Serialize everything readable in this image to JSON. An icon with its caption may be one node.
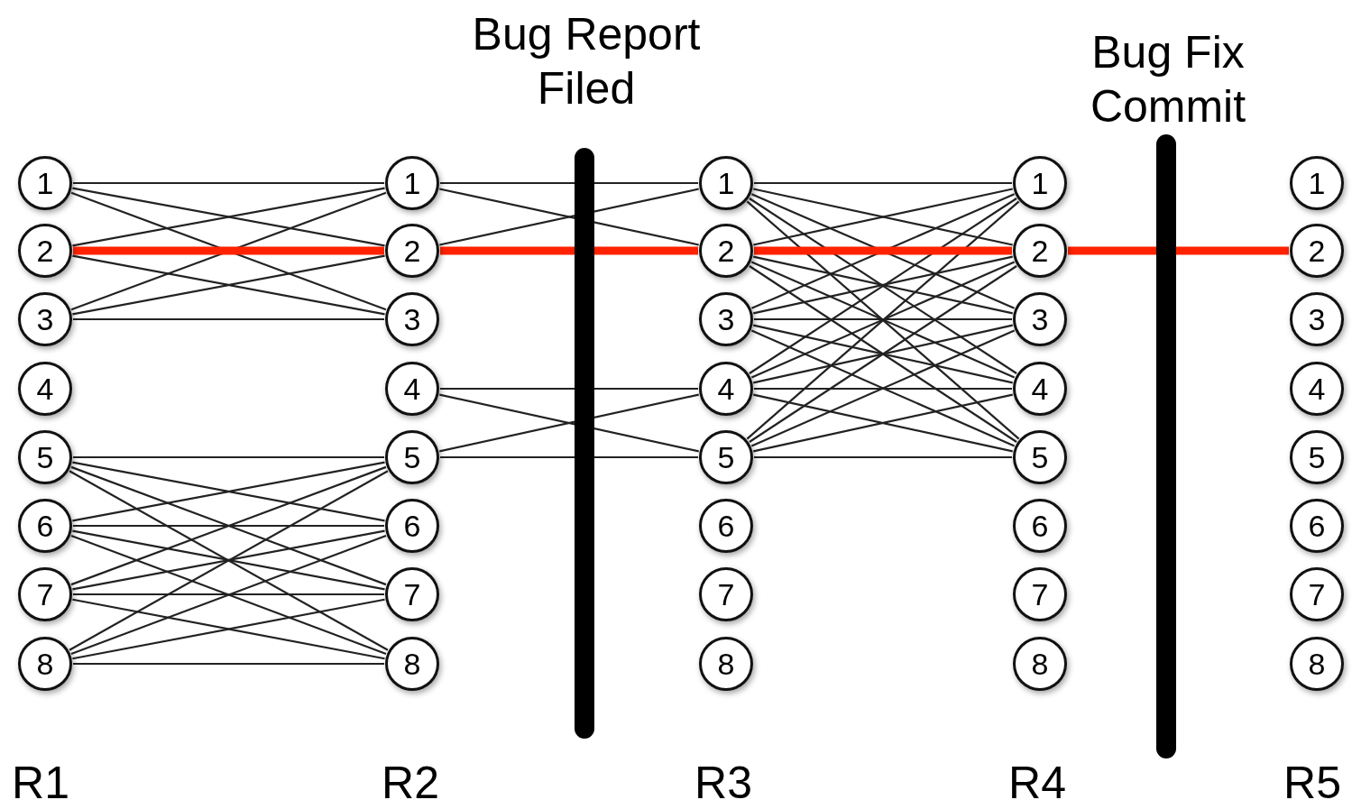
{
  "diagram": {
    "nodes": [
      {
        "text": [
          "1"
        ]
      },
      {
        "text": [
          "2"
        ]
      },
      {
        "text": [
          "3"
        ]
      },
      {
        "text": [
          "4"
        ]
      },
      {
        "text": [
          "5"
        ]
      },
      {
        "text": [
          "6"
        ]
      },
      {
        "text": [
          "7"
        ]
      },
      {
        "text": [
          "8"
        ]
      },
      {
        "text": [
          "1"
        ]
      },
      {
        "text": [
          "2"
        ]
      },
      {
        "text": [
          "3"
        ]
      },
      {
        "text": [
          "4"
        ]
      },
      {
        "text": [
          "5"
        ]
      },
      {
        "text": [
          "6"
        ]
      },
      {
        "text": [
          "7"
        ]
      },
      {
        "text": [
          "8"
        ]
      },
      {
        "text": [
          "1"
        ]
      },
      {
        "text": [
          "2"
        ]
      },
      {
        "text": [
          "3"
        ]
      },
      {
        "text": [
          "4"
        ]
      },
      {
        "text": [
          "5"
        ]
      },
      {
        "text": [
          "6"
        ]
      },
      {
        "text": [
          "7"
        ]
      },
      {
        "text": [
          "8"
        ]
      },
      {
        "text": [
          "1"
        ]
      },
      {
        "text": [
          "2"
        ]
      },
      {
        "text": [
          "3"
        ]
      },
      {
        "text": [
          "4"
        ]
      },
      {
        "text": [
          "5"
        ]
      },
      {
        "text": [
          "6"
        ]
      },
      {
        "text": [
          "7"
        ]
      },
      {
        "text": [
          "8"
        ]
      },
      {
        "text": [
          "1"
        ]
      },
      {
        "text": [
          "2"
        ]
      },
      {
        "text": [
          "3"
        ]
      },
      {
        "text": [
          "4"
        ]
      },
      {
        "text": [
          "5"
        ]
      },
      {
        "text": [
          "6"
        ]
      },
      {
        "text": [
          "7"
        ]
      },
      {
        "text": [
          "8"
        ]
      }
    ],
    "edges": [
      {
        "from": 0,
        "to": 8,
        "arrow": "none"
      },
      {
        "from": 0,
        "to": 9,
        "arrow": "none"
      },
      {
        "from": 0,
        "to": 10,
        "arrow": "none"
      },
      {
        "from": 1,
        "to": 8,
        "arrow": "none"
      },
      {
        "from": 1,
        "to": 9,
        "arrow": "none",
        "style": "thick",
        "color": "#ff2200"
      },
      {
        "from": 1,
        "to": 10,
        "arrow": "none"
      },
      {
        "from": 2,
        "to": 8,
        "arrow": "none"
      },
      {
        "from": 2,
        "to": 9,
        "arrow": "none"
      },
      {
        "from": 2,
        "to": 10,
        "arrow": "none"
      },
      {
        "from": 4,
        "to": 12,
        "arrow": "none"
      },
      {
        "from": 4,
        "to": 13,
        "arrow": "none"
      },
      {
        "from": 4,
        "to": 14,
        "arrow": "none"
      },
      {
        "from": 4,
        "to": 15,
        "arrow": "none"
      },
      {
        "from": 5,
        "to": 12,
        "arrow": "none"
      },
      {
        "from": 5,
        "to": 13,
        "arrow": "none"
      },
      {
        "from": 5,
        "to": 14,
        "arrow": "none"
      },
      {
        "from": 5,
        "to": 15,
        "arrow": "none"
      },
      {
        "from": 6,
        "to": 12,
        "arrow": "none"
      },
      {
        "from": 6,
        "to": 13,
        "arrow": "none"
      },
      {
        "from": 6,
        "to": 14,
        "arrow": "none"
      },
      {
        "from": 6,
        "to": 15,
        "arrow": "none"
      },
      {
        "from": 7,
        "to": 12,
        "arrow": "none"
      },
      {
        "from": 7,
        "to": 13,
        "arrow": "none"
      },
      {
        "from": 7,
        "to": 14,
        "arrow": "none"
      },
      {
        "from": 7,
        "to": 15,
        "arrow": "none"
      },
      {
        "from": 8,
        "to": 16,
        "arrow": "none"
      },
      {
        "from": 8,
        "to": 17,
        "arrow": "none"
      },
      {
        "from": 9,
        "to": 16,
        "arrow": "none"
      },
      {
        "from": 9,
        "to": 17,
        "arrow": "none",
        "style": "thick",
        "color": "#ff2200"
      },
      {
        "from": 11,
        "to": 19,
        "arrow": "none"
      },
      {
        "from": 11,
        "to": 20,
        "arrow": "none"
      },
      {
        "from": 12,
        "to": 19,
        "arrow": "none"
      },
      {
        "from": 12,
        "to": 20,
        "arrow": "none"
      },
      {
        "from": 16,
        "to": 24,
        "arrow": "none"
      },
      {
        "from": 16,
        "to": 25,
        "arrow": "none"
      },
      {
        "from": 16,
        "to": 26,
        "arrow": "none"
      },
      {
        "from": 16,
        "to": 27,
        "arrow": "none"
      },
      {
        "from": 16,
        "to": 28,
        "arrow": "none"
      },
      {
        "from": 17,
        "to": 24,
        "arrow": "none"
      },
      {
        "from": 17,
        "to": 25,
        "arrow": "none",
        "style": "thick",
        "color": "#ff2200"
      },
      {
        "from": 17,
        "to": 26,
        "arrow": "none"
      },
      {
        "from": 17,
        "to": 27,
        "arrow": "none"
      },
      {
        "from": 17,
        "to": 28,
        "arrow": "none"
      },
      {
        "from": 18,
        "to": 24,
        "arrow": "none"
      },
      {
        "from": 18,
        "to": 25,
        "arrow": "none"
      },
      {
        "from": 18,
        "to": 26,
        "arrow": "none"
      },
      {
        "from": 18,
        "to": 27,
        "arrow": "none"
      },
      {
        "from": 18,
        "to": 28,
        "arrow": "none"
      },
      {
        "from": 19,
        "to": 24,
        "arrow": "none"
      },
      {
        "from": 19,
        "to": 25,
        "arrow": "none"
      },
      {
        "from": 19,
        "to": 26,
        "arrow": "none"
      },
      {
        "from": 19,
        "to": 27,
        "arrow": "none"
      },
      {
        "from": 19,
        "to": 28,
        "arrow": "none"
      },
      {
        "from": 20,
        "to": 24,
        "arrow": "none"
      },
      {
        "from": 20,
        "to": 25,
        "arrow": "none"
      },
      {
        "from": 20,
        "to": 26,
        "arrow": "none"
      },
      {
        "from": 20,
        "to": 27,
        "arrow": "none"
      },
      {
        "from": 20,
        "to": 28,
        "arrow": "none"
      },
      {
        "from": 25,
        "to": 33,
        "arrow": "none",
        "style": "thick",
        "color": "#ff2200"
      }
    ],
    "labels": [
      "Bug Report Filed",
      "Bug Fix Commit",
      "R1",
      "R2",
      "R3",
      "R4",
      "R5"
    ]
  }
}
